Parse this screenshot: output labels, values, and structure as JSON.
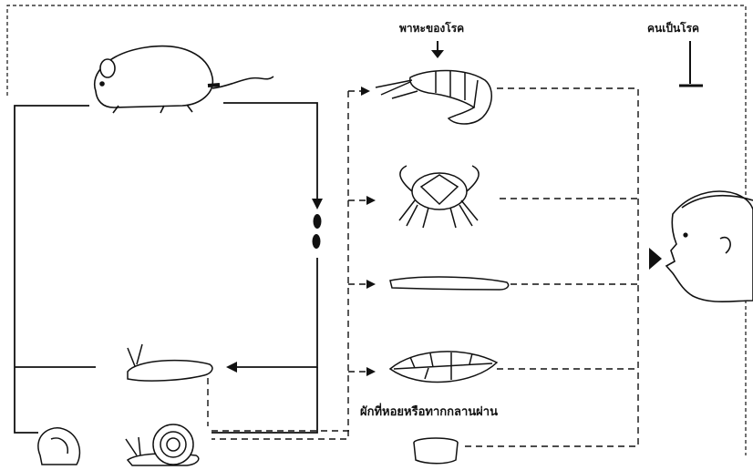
{
  "labels": {
    "carrier": "พาหะของโรค",
    "patient": "คนเป็นโรค",
    "vegetables": "ผักที่หอยหรือทากกลานผ่าน"
  },
  "colors": {
    "ink": "#111111",
    "paper": "#ffffff"
  }
}
